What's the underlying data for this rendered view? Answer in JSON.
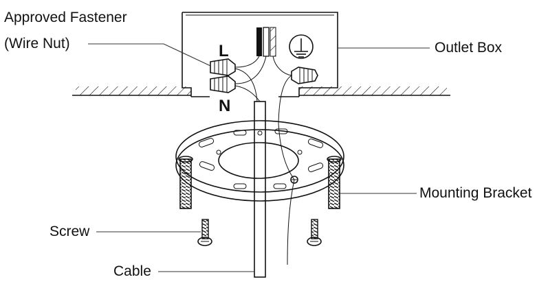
{
  "labels": {
    "fastener_line1": "Approved Fastener",
    "fastener_line2": "(Wire Nut)",
    "outlet_box": "Outlet Box",
    "mounting_bracket": "Mounting Bracket",
    "screw": "Screw",
    "cable": "Cable",
    "live": "L",
    "neutral": "N"
  },
  "icons": {
    "ground": "ground-symbol-icon"
  },
  "colors": {
    "line": "#111111",
    "background": "#ffffff"
  }
}
